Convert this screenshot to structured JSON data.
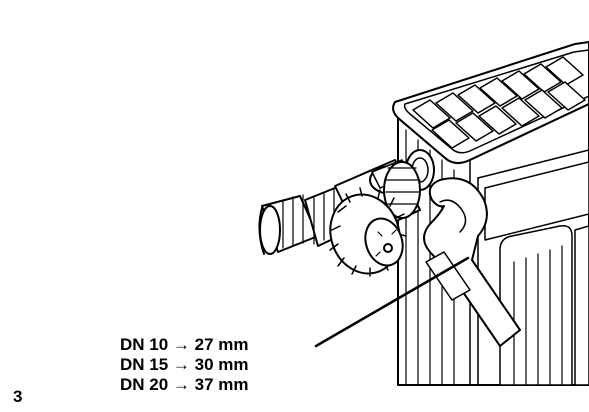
{
  "step_number": "3",
  "size_labels": [
    "DN 10 → 27 mm",
    "DN 15 → 30 mm",
    "DN 20 → 37 mm"
  ],
  "colors": {
    "line": "#000000",
    "background": "#ffffff"
  }
}
